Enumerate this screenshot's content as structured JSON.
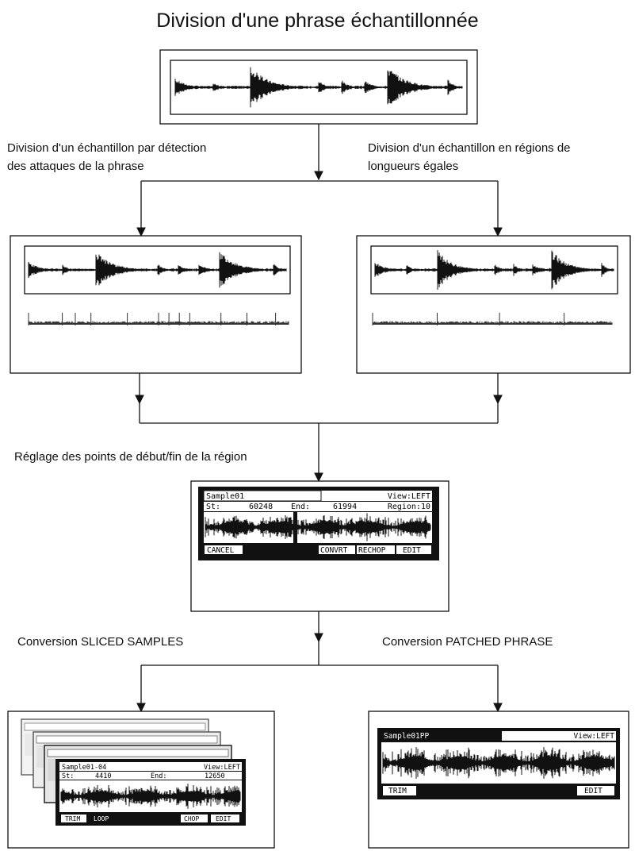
{
  "title": "Division d'une phrase échantillonnée",
  "captions": {
    "left_split": [
      "Division d'un échantillon par détection",
      "des attaques de la phrase"
    ],
    "right_split": [
      "Division d'un échantillon en régions de",
      "longueurs égales"
    ],
    "adjust": "Réglage des points de début/fin de la région",
    "sliced": "Conversion SLICED SAMPLES",
    "patched": "Conversion PATCHED PHRASE"
  },
  "edit_screen": {
    "sample": "Sample01",
    "view": "View:LEFT",
    "st_label": "St:",
    "st_value": "60248",
    "end_label": "End:",
    "end_value": "61994",
    "region": "Region:10",
    "buttons": [
      "CANCEL",
      "CONVRT",
      "RECHOP",
      "EDIT"
    ]
  },
  "sliced_screen": {
    "sample": "Sample01-04",
    "view": "View:LEFT",
    "st_label": "St:",
    "st_value": "4410",
    "end_label": "End:",
    "end_value": "12650",
    "buttons": [
      "TRIM",
      "LOOP",
      "CHOP",
      "EDIT"
    ]
  },
  "patched_screen": {
    "sample": "Sample01PP",
    "view": "View:LEFT",
    "buttons": [
      "TRIM",
      "EDIT"
    ]
  }
}
